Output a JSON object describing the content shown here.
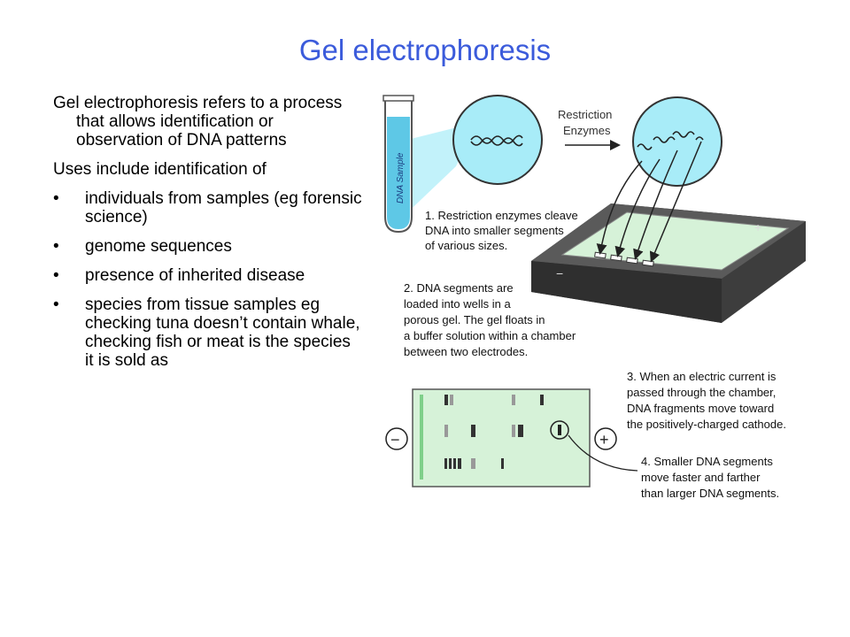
{
  "title": "Gel electrophoresis",
  "intro": "Gel electrophoresis refers to a process that allows identification or observation of DNA patterns",
  "uses_heading": "Uses include identification of",
  "bullet_glyph": "•",
  "bullets": [
    "individuals from samples (eg forensic science)",
    "genome sequences",
    "presence of inherited disease",
    "species from tissue samples eg checking tuna doesn’t contain whale, checking fish or meat is the species it is sold as"
  ],
  "diagram": {
    "tube_label": "DNA Sample",
    "enzyme_label": [
      "Restriction",
      "Enzymes"
    ],
    "step1": [
      "1. Restriction enzymes cleave",
      "DNA into smaller segments",
      "of various sizes."
    ],
    "step2": [
      "2. DNA segments are",
      "loaded into wells in a",
      "porous gel.  The gel floats in",
      "a buffer solution within a chamber",
      "between two electrodes."
    ],
    "step3": [
      "3. When an electric current is",
      "passed through the chamber,",
      "DNA fragments move toward",
      "the positively-charged cathode."
    ],
    "step4": [
      "4. Smaller DNA segments",
      "move faster and farther",
      "than larger DNA segments."
    ],
    "minus_sign": "−",
    "plus_sign": "+"
  },
  "colors": {
    "title": "#3b5bdb",
    "dna_liquid": "#5ec8e6",
    "circle_fill": "#a8ecf8",
    "gel_fill": "#d6f2d8",
    "chamber": "#4a4a4a"
  }
}
